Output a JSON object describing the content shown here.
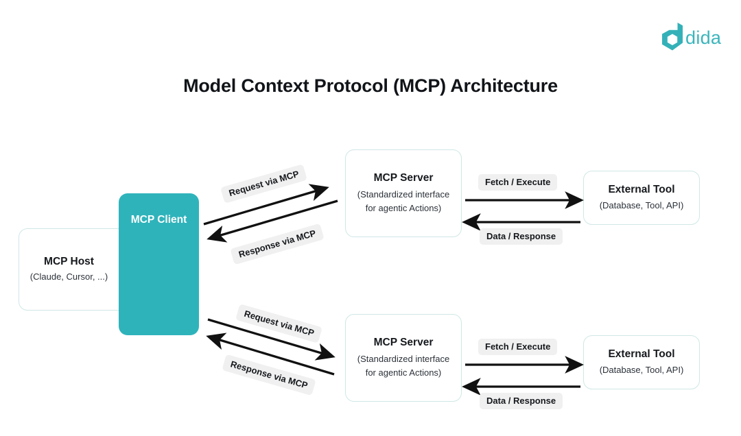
{
  "brand": {
    "logo_icon": "dida-hexagon-d-icon",
    "wordmark": "dida",
    "color": "#3BB5BC"
  },
  "title": "Model Context Protocol (MCP) Architecture",
  "theme": {
    "accent": "#2FB3BB",
    "node_border": "#cfe7e6",
    "label_bg": "#f0f0f0",
    "arrow": "#111111",
    "background": "#ffffff"
  },
  "nodes": {
    "mcp_host": {
      "title": "MCP Host",
      "subtitle": "(Claude, Cursor, ...)"
    },
    "mcp_client": {
      "title": "MCP Client"
    },
    "mcp_server_top": {
      "title": "MCP Server",
      "sub_line1": "(Standardized interface",
      "sub_line2": "for agentic Actions)"
    },
    "mcp_server_bottom": {
      "title": "MCP Server",
      "sub_line1": "(Standardized interface",
      "sub_line2": "for agentic Actions)"
    },
    "external_tool_top": {
      "title": "External Tool",
      "subtitle": "(Database, Tool, API)"
    },
    "external_tool_bottom": {
      "title": "External Tool",
      "subtitle": "(Database, Tool, API)"
    }
  },
  "edges": {
    "client_to_server_top": "Request via MCP",
    "server_to_client_top": "Response via MCP",
    "client_to_server_bottom": "Request via MCP",
    "server_to_client_bottom": "Response via MCP",
    "server_to_tool_top": "Fetch / Execute",
    "tool_to_server_top": "Data / Response",
    "server_to_tool_bottom": "Fetch / Execute",
    "tool_to_server_bottom": "Data / Response"
  }
}
